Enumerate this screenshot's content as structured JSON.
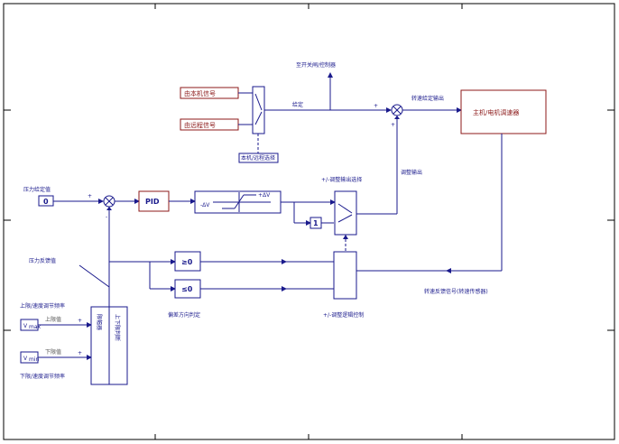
{
  "labels": {
    "top_output": "至开关闸/控制器",
    "sig_local": "由本机信号",
    "sig_remote": "由远程信号",
    "mode_select": "本机/远程选择",
    "setpoint_label": "给定",
    "speed_setpoint": "转速给定输出",
    "main_motor": "主机/电机调速器",
    "reg_output": "调整输出",
    "reg_select": "+/-调整输出选择",
    "pressure_setpoint": "压力给定值",
    "zero": "0",
    "pid": "PID",
    "dv_neg": "-ΔV",
    "dv_pos": "+ΔV",
    "one": "1",
    "feedback_label": "压力反馈值",
    "ge_zero": "≥0",
    "le_zero": "≤0",
    "direction_detect": "偏差方向判定",
    "logic_ctrl": "+/-调整逻辑控制",
    "speed_feedback": "转速反馈信号(转速传感器)",
    "upper_limit": "上限/速度调节频率",
    "lower_limit": "下限/速度调节频率",
    "v_upper": "V",
    "v_lower": "V",
    "v_upper_sub": "max",
    "v_lower_sub": "min",
    "gray_upper": "上限值",
    "gray_lower": "下限值",
    "limit_block_a": "限幅器",
    "limit_block_b": "上下限判断",
    "plus": "+",
    "minus": "-"
  },
  "colors": {
    "line": "#1a1a8c",
    "accent": "#8c1a1a"
  }
}
